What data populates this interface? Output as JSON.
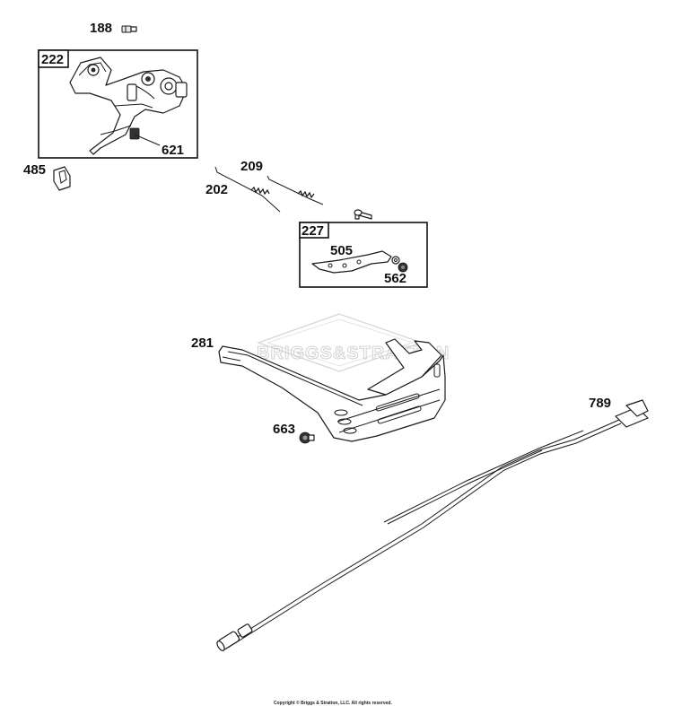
{
  "callouts": {
    "p188": "188",
    "p222": "222",
    "p621": "621",
    "p485": "485",
    "p209": "209",
    "p202": "202",
    "p227": "227",
    "p505": "505",
    "p562": "562",
    "p281": "281",
    "p663": "663",
    "p789": "789"
  },
  "watermark": "BRIGGS&STRATTON",
  "copyright": "Copyright © Briggs & Stratton, LLC. All rights reserved."
}
